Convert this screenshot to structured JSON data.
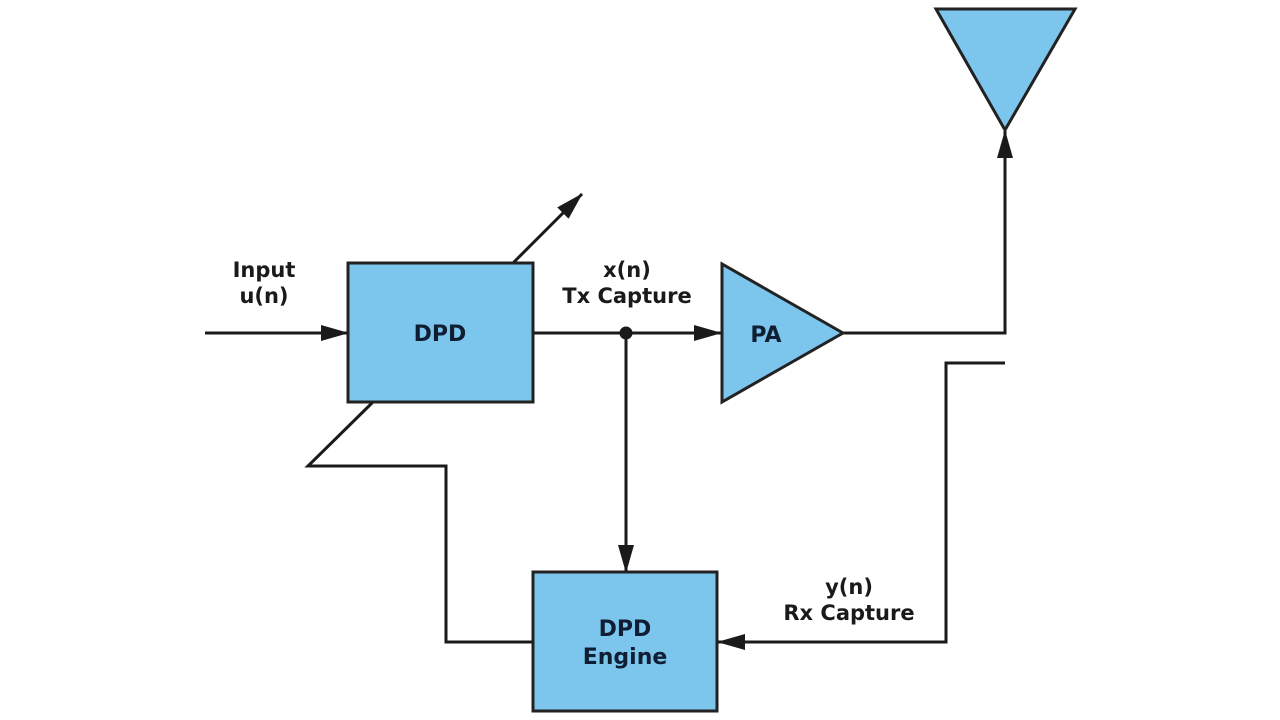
{
  "colors": {
    "block_fill": "#7cc6ee",
    "stroke": "#1a1a1a"
  },
  "blocks": {
    "dpd": {
      "label": "DPD"
    },
    "pa": {
      "label": "PA"
    },
    "engine": {
      "line1": "DPD",
      "line2": "Engine"
    }
  },
  "labels": {
    "input": {
      "line1": "Input",
      "line2": "u(n)"
    },
    "tx": {
      "line1": "x(n)",
      "line2": "Tx Capture"
    },
    "rx": {
      "line1": "y(n)",
      "line2": "Rx Capture"
    }
  },
  "icons": {
    "antenna": "antenna-icon"
  }
}
